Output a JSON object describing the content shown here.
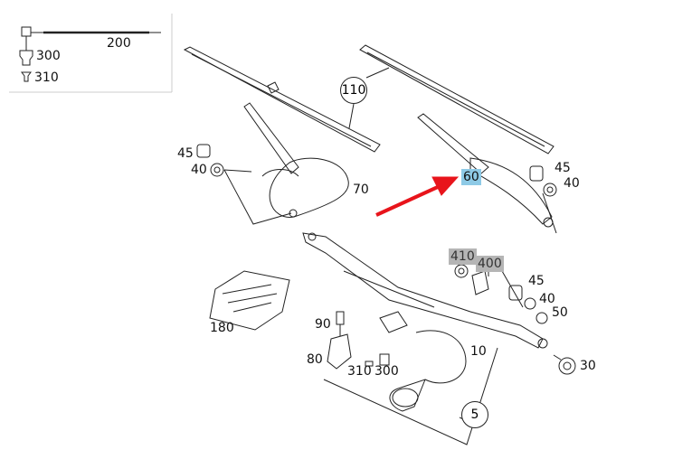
{
  "legend_box": {
    "items": [
      "200",
      "300",
      "310"
    ]
  },
  "callouts": {
    "c110": "110",
    "c45a": "45",
    "c40a": "40",
    "c70": "70",
    "c60": "60",
    "c45b": "45",
    "c40b": "40",
    "c410": "410",
    "c400": "400",
    "c45c": "45",
    "c40c": "40",
    "c50": "50",
    "c180": "180",
    "c90": "90",
    "c80": "80",
    "c10": "10",
    "c310": "310",
    "c300": "300",
    "c30": "30",
    "c5": "5"
  },
  "colors": {
    "highlight_selected": "#8ecae6",
    "highlight_other": "#b5b5b5",
    "arrow": "#e8141b"
  }
}
